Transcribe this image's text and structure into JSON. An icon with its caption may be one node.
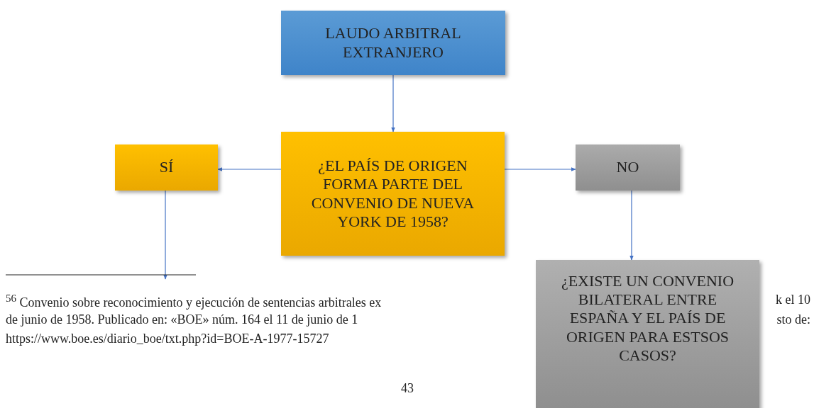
{
  "diagram": {
    "nodes": [
      {
        "text": [
          "LAUDO ARBITRAL EXTRANJERO"
        ]
      },
      {
        "text": [
          "¿EL PAÍS DE ORIGEN FORMA PARTE DEL CONVENIO DE NUEVA YORK DE 1958?"
        ]
      },
      {
        "text": [
          "SÍ"
        ]
      },
      {
        "text": [
          "NO"
        ]
      },
      {
        "text": [
          "¿EXISTE UN CONVENIO BILATERAL ENTRE ESPAÑA Y EL PAÍS DE ORIGEN PARA ESTSOS CASOS?"
        ]
      }
    ],
    "edges": [
      {
        "from": 0,
        "to": 1,
        "arrow": "to"
      },
      {
        "from": 1,
        "to": 2,
        "arrow": "to"
      },
      {
        "from": 1,
        "to": 3,
        "arrow": "to"
      },
      {
        "from": 3,
        "to": 4,
        "arrow": "to"
      },
      {
        "from": 2,
        "to": null,
        "arrow": "to"
      }
    ],
    "labels": [
      "$^{56}$ Convenio sobre reconocimiento y ejecución de sentencias arbitrales ex",
      "k el 10",
      "de junio de 1958. Publicado en: «BOE» núm.  164 el 11 de junio de 1",
      "sto de:",
      "https://www.boe.es/diario_boe/txt.php?id=BOE-A-1977-15727",
      "43"
    ]
  }
}
